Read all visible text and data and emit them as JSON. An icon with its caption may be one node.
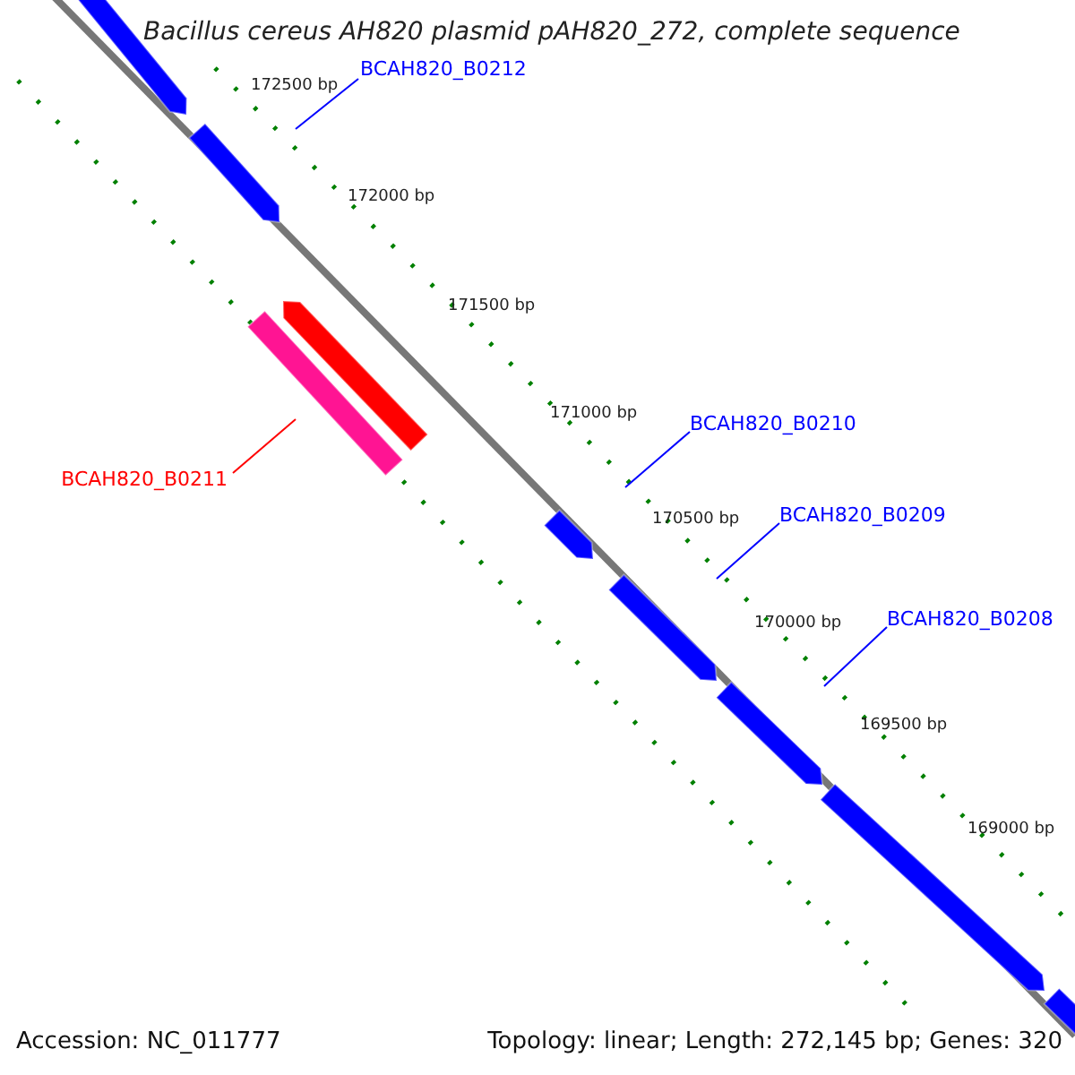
{
  "diagram": {
    "title": "Bacillus cereus AH820 plasmid pAH820_272, complete sequence",
    "nodes": [
      {
        "text": [],
        "shape": "bar"
      },
      {
        "text": [
          "BCAH820_B0212"
        ]
      },
      {
        "text": [],
        "shape": "bar"
      },
      {
        "text": [],
        "shape": "bar"
      },
      {
        "text": [],
        "shape": "bar"
      },
      {
        "text": [
          "BCAH820_B0211"
        ]
      },
      {
        "text": [
          "BCAH820_B0210"
        ]
      },
      {
        "text": [],
        "shape": "bar"
      },
      {
        "text": [
          "BCAH820_B0209"
        ]
      },
      {
        "text": [],
        "shape": "bar"
      },
      {
        "text": [
          "BCAH820_B0208"
        ]
      },
      {
        "text": [],
        "shape": "bar"
      },
      {
        "text": [],
        "shape": "bar"
      },
      {
        "text": [],
        "shape": "bar"
      }
    ],
    "edges": [
      {
        "from": 1,
        "to": 2,
        "arrow": "none"
      },
      {
        "from": 5,
        "to": 4,
        "arrow": "none",
        "color": "#ff0000"
      },
      {
        "from": 6,
        "to": 7,
        "arrow": "none"
      },
      {
        "from": 8,
        "to": 9,
        "arrow": "none"
      },
      {
        "from": 10,
        "to": 11,
        "arrow": "none"
      }
    ],
    "labels": [
      "172500 bp",
      "172000 bp",
      "171500 bp",
      "171000 bp",
      "170500 bp",
      "170000 bp",
      "169500 bp",
      "169000 bp",
      "Accession: NC_011777",
      "Topology: linear; Length: 272,145 bp; Genes: 320"
    ]
  }
}
